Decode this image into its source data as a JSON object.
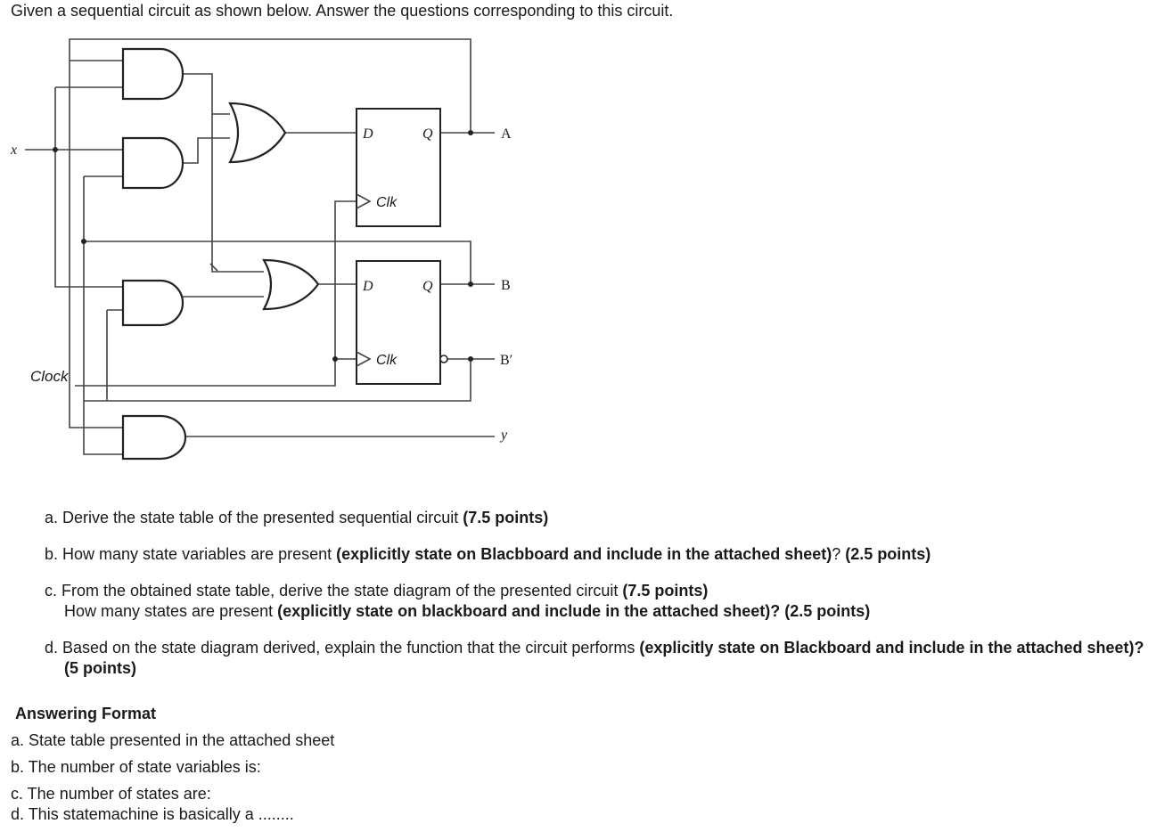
{
  "intro": "Given a sequential circuit as shown below. Answer the questions corresponding to this circuit.",
  "circuit": {
    "input_label": "x",
    "clock_label": "Clock",
    "ff_top": {
      "d": "D",
      "q": "Q",
      "clk": "Clk"
    },
    "ff_bottom": {
      "d": "D",
      "q": "Q",
      "clk": "Clk"
    },
    "output_a": "A",
    "output_b": "B",
    "output_b_prime": "B′",
    "output_y": "y"
  },
  "questions": {
    "a": {
      "text": "a. Derive the state table of the presented sequential circuit ",
      "bold": "(7.5 points)"
    },
    "b": {
      "text": "b. How many state variables are present ",
      "bold": "(explicitly state on Blacbboard and include in the attached sheet)",
      "tail": "? ",
      "bold2": "(2.5 points)"
    },
    "c": {
      "text": "c. From the obtained state table, derive the state diagram of the presented circuit ",
      "bold": "(7.5 points)",
      "line2": "How many states are present ",
      "bold2": "(explicitly state on blackboard and include in the attached sheet)? (2.5 points)"
    },
    "d": {
      "text": "d. Based on the state diagram derived, explain the function that the circuit performs ",
      "bold": "(explicitly state on Blackboard and include in the attached sheet)? (5 points)"
    }
  },
  "answering": {
    "title": "Answering Format",
    "a": "a. State table presented in the attached sheet",
    "b": "b. The number of state variables is:",
    "c": "c. The number of states are:",
    "d": "d. This statemachine is basically a ........"
  }
}
